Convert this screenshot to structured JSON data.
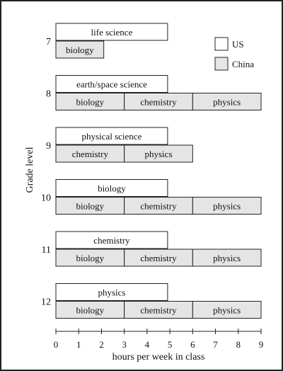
{
  "chart_data": {
    "type": "bar",
    "xlabel": "hours per week in class",
    "ylabel": "Grade level",
    "xlim": [
      0,
      9
    ],
    "xticks": [
      "0",
      "1",
      "2",
      "3",
      "4",
      "5",
      "6",
      "7",
      "8",
      "9"
    ],
    "legend": [
      {
        "name": "US",
        "color": "#ffffff"
      },
      {
        "name": "China",
        "color": "#e5e5e5"
      }
    ],
    "legend_position": "top-right",
    "grades": [
      {
        "grade": "7",
        "us": [
          {
            "label": "life science",
            "start": 0,
            "end": 4.9
          }
        ],
        "china": [
          {
            "label": "biology",
            "start": 0,
            "end": 2.1
          }
        ]
      },
      {
        "grade": "8",
        "us": [
          {
            "label": "earth/space science",
            "start": 0,
            "end": 4.9
          }
        ],
        "china": [
          {
            "label": "biology",
            "start": 0,
            "end": 3
          },
          {
            "label": "chemistry",
            "start": 3,
            "end": 6
          },
          {
            "label": "physics",
            "start": 6,
            "end": 9
          }
        ]
      },
      {
        "grade": "9",
        "us": [
          {
            "label": "physical science",
            "start": 0,
            "end": 4.9
          }
        ],
        "china": [
          {
            "label": "chemistry",
            "start": 0,
            "end": 3
          },
          {
            "label": "physics",
            "start": 3,
            "end": 6
          }
        ]
      },
      {
        "grade": "10",
        "us": [
          {
            "label": "biology",
            "start": 0,
            "end": 4.9
          }
        ],
        "china": [
          {
            "label": "biology",
            "start": 0,
            "end": 3
          },
          {
            "label": "chemistry",
            "start": 3,
            "end": 6
          },
          {
            "label": "physics",
            "start": 6,
            "end": 9
          }
        ]
      },
      {
        "grade": "11",
        "us": [
          {
            "label": "chemistry",
            "start": 0,
            "end": 4.9
          }
        ],
        "china": [
          {
            "label": "biology",
            "start": 0,
            "end": 3
          },
          {
            "label": "chemistry",
            "start": 3,
            "end": 6
          },
          {
            "label": "physics",
            "start": 6,
            "end": 9
          }
        ]
      },
      {
        "grade": "12",
        "us": [
          {
            "label": "physics",
            "start": 0,
            "end": 4.9
          }
        ],
        "china": [
          {
            "label": "biology",
            "start": 0,
            "end": 3
          },
          {
            "label": "chemistry",
            "start": 3,
            "end": 6
          },
          {
            "label": "physics",
            "start": 6,
            "end": 9
          }
        ]
      }
    ]
  }
}
